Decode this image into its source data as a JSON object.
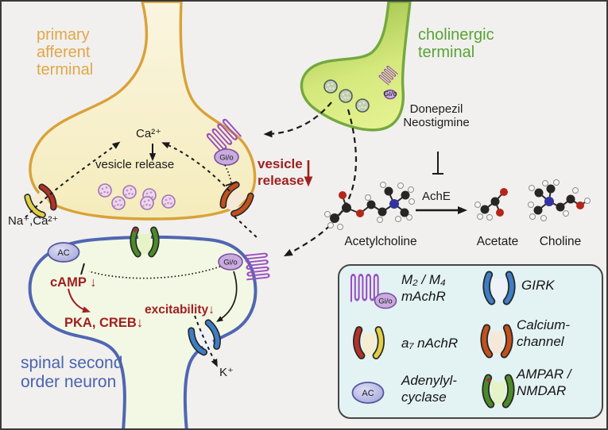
{
  "colors": {
    "primary_accent": "#d9a238",
    "cholinergic_accent": "#74a83e",
    "neuron_accent": "#5066b2",
    "inhibition_red": "#a02020",
    "legend_bg": "#e3f2f3"
  },
  "primary_afferent": {
    "title": "primary\nafferent\nterminal",
    "ca": "Ca²⁺",
    "vesicle_release": "vesicle release",
    "ions": "Na⁺,Ca²⁺",
    "gio": "Gi/o"
  },
  "cholinergic_terminal": {
    "title": "cholinergic\nterminal",
    "drugs": "Donepezil\nNeostigmine",
    "gio": "Gi/o"
  },
  "cleft": {
    "vesicle_release_decrease": "vesicle\nrelease"
  },
  "reaction": {
    "enzyme": "AchE",
    "substrate": "Acetylcholine",
    "products": [
      "Acetate",
      "Choline"
    ]
  },
  "second_order_neuron": {
    "title": "spinal second\norder neuron",
    "ac": "AC",
    "gio": "Gi/o",
    "camp": "cAMP ↓",
    "pka_creb": "PKA, CREB↓",
    "excitability": "excitability↓",
    "potassium": "K⁺"
  },
  "legend": {
    "gio": "Gi/o",
    "ac": "AC",
    "items": [
      {
        "id": "m2m4-machr",
        "label": "M₂ / M₄\nmAchR"
      },
      {
        "id": "girk",
        "label": "GIRK"
      },
      {
        "id": "a7-nachr",
        "label": "a₇ nAchR"
      },
      {
        "id": "calcium-channel",
        "label": "Calcium-\nchannel"
      },
      {
        "id": "adenylyl-cyclase",
        "label": "Adenylyl-\ncyclase"
      },
      {
        "id": "ampar-nmdar",
        "label": "AMPAR /\nNMDAR"
      }
    ]
  }
}
